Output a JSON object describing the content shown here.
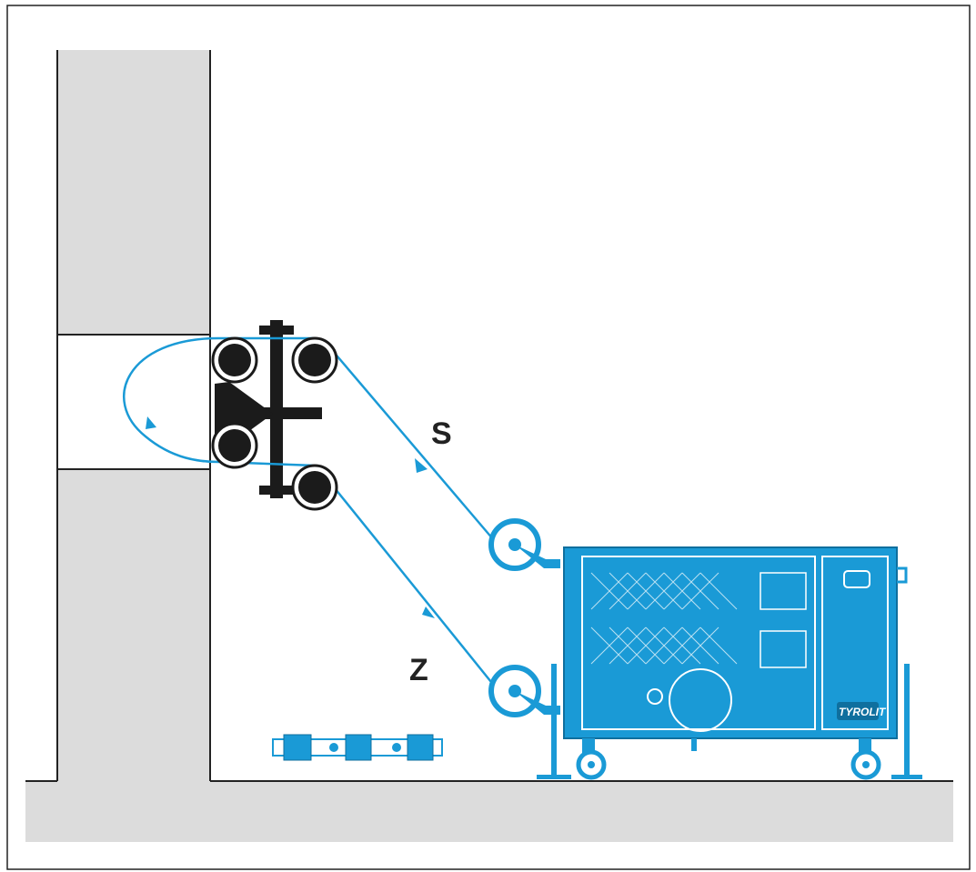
{
  "labels": {
    "upper_wire": "S",
    "lower_wire": "Z"
  },
  "machine": {
    "brand": "TYROLIT"
  },
  "colors": {
    "wall": "#dcdcdc",
    "ground": "#dcdcdc",
    "frame": "#222222",
    "machine": "#1a9ad6",
    "machine_dark": "#0f6f9e",
    "pulley": "#1b1b1b",
    "wire": "#1a9ad6"
  },
  "icons": [
    "pulley-icon",
    "saw-machine-icon",
    "wire-rope-icon",
    "arrow-icon"
  ]
}
